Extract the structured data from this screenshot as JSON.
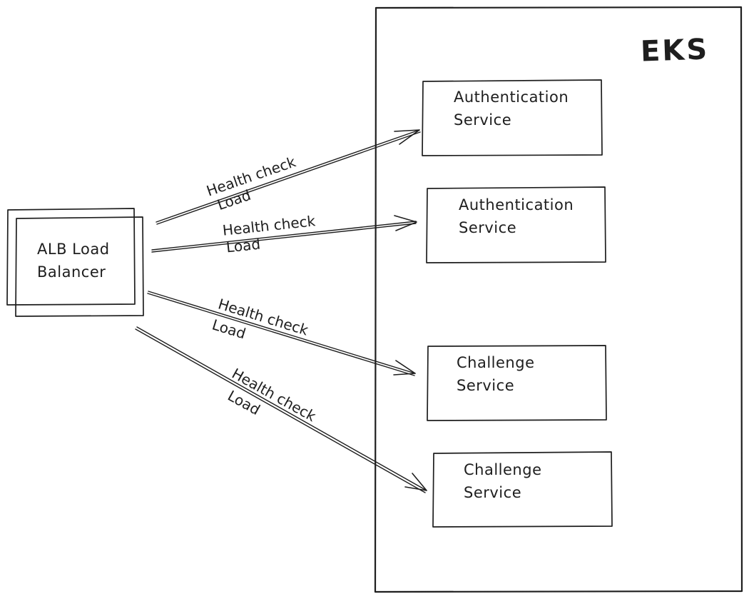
{
  "colors": {
    "stroke": "#1e1e1e",
    "background": "#ffffff"
  },
  "diagram": {
    "container": {
      "label": "EKS"
    },
    "nodes": [
      {
        "id": "alb-load-balancer",
        "label": "ALB Load Balancer"
      },
      {
        "id": "authentication-service-1",
        "label": "Authentication Service"
      },
      {
        "id": "authentication-service-2",
        "label": "Authentication Service"
      },
      {
        "id": "challenge-service-1",
        "label": "Challenge Service"
      },
      {
        "id": "challenge-service-2",
        "label": "Challenge Service"
      }
    ],
    "edges": [
      {
        "from": "alb-load-balancer",
        "to": "authentication-service-1",
        "label_top": "Health check",
        "label_bottom": "Load"
      },
      {
        "from": "alb-load-balancer",
        "to": "authentication-service-2",
        "label_top": "Health check",
        "label_bottom": "Load"
      },
      {
        "from": "alb-load-balancer",
        "to": "challenge-service-1",
        "label_top": "Health check",
        "label_bottom": "Load"
      },
      {
        "from": "alb-load-balancer",
        "to": "challenge-service-2",
        "label_top": "Health check",
        "label_bottom": "Load"
      }
    ]
  }
}
